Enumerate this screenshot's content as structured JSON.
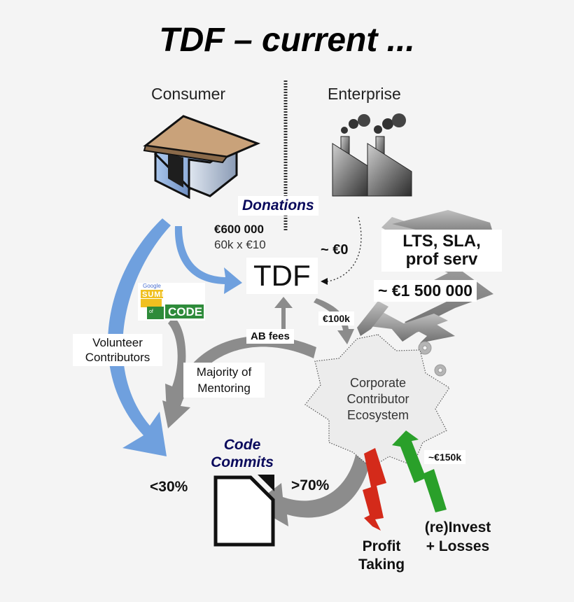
{
  "title": "TDF – current ...",
  "columns": {
    "left": "Consumer",
    "right": "Enterprise"
  },
  "donations": {
    "label": "Donations",
    "amount": "€600 000",
    "detail": "60k x €10"
  },
  "enterprise_flow": {
    "near_zero": "~ €0",
    "services_line1": "LTS, SLA,",
    "services_line2": "prof serv",
    "services_amount": "~ €1 500 000"
  },
  "tdf": {
    "label": "TDF",
    "to_ecosystem": "€100k",
    "ab_fees": "AB fees"
  },
  "gsoc_badge": {
    "brand": "Google",
    "line1": "SUMMER",
    "line2_small": "of",
    "line2_big": "CODE"
  },
  "volunteers": {
    "line1": "Volunteer",
    "line2": "Contributors"
  },
  "mentoring": {
    "line1": "Majority of",
    "line2": "Mentoring"
  },
  "ecosystem": {
    "line1": "Corporate",
    "line2": "Contributor",
    "line3": "Ecosystem"
  },
  "code_commits": {
    "line1": "Code",
    "line2": "Commits",
    "left_share": "<30%",
    "right_share": ">70%"
  },
  "profit": {
    "line1": "Profit",
    "line2": "Taking"
  },
  "invest": {
    "amount": "~€150k",
    "line1": "(re)Invest",
    "line2": "+ Losses"
  },
  "colors": {
    "blue_arrow": "#6fa0de",
    "gray_arrow": "#8c8c8c",
    "navy_text": "#0a0a5c",
    "green": "#2aa02a",
    "red": "#d42a1a"
  }
}
